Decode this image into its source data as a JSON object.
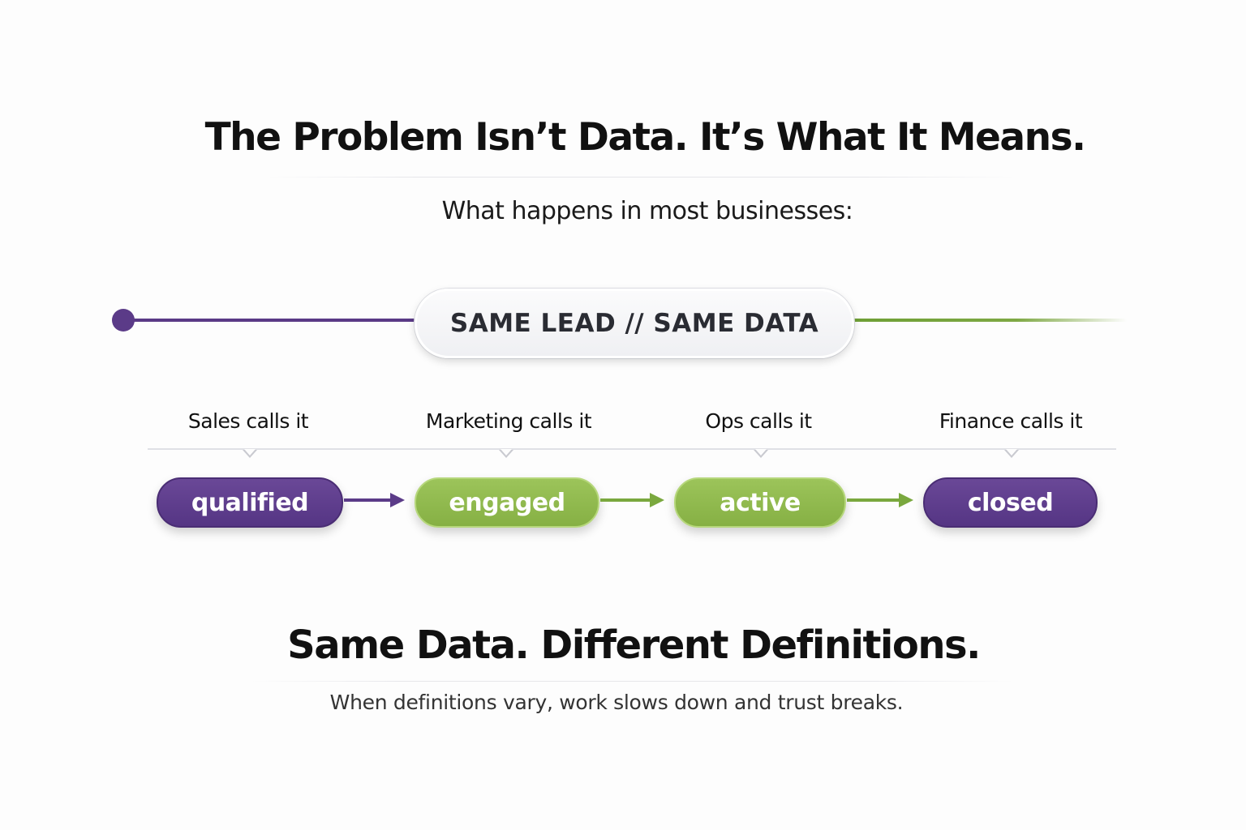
{
  "header": {
    "title": "The Problem Isn’t Data. It’s What It Means.",
    "subtitle": "What happens in most businesses:"
  },
  "center_pill": "SAME LEAD // SAME DATA",
  "stages": [
    {
      "label": "Sales calls it",
      "term": "qualified",
      "color": "#5b3b88"
    },
    {
      "label": "Marketing calls it",
      "term": "engaged",
      "color": "#8db84c"
    },
    {
      "label": "Ops calls it",
      "term": "active",
      "color": "#8db84c"
    },
    {
      "label": "Finance calls it",
      "term": "closed",
      "color": "#5b3b88"
    }
  ],
  "footer": {
    "heading": "Same Data. Different Definitions.",
    "subtext": "When definitions vary, work slows down and trust breaks."
  }
}
